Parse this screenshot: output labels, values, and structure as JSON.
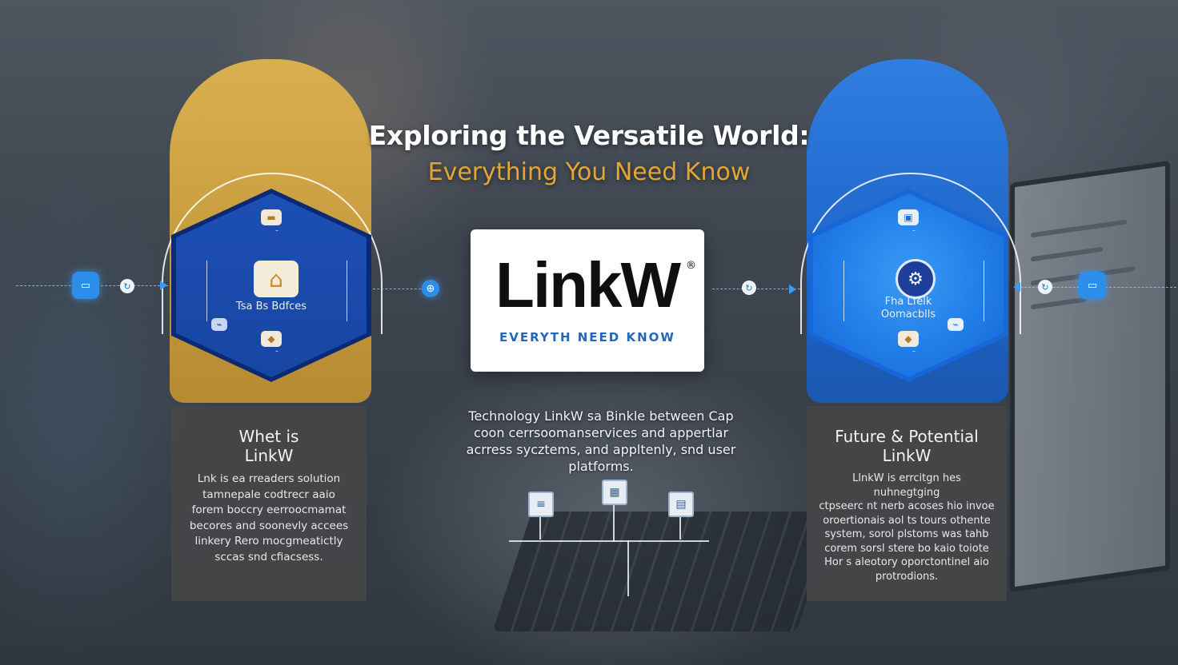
{
  "header": {
    "title": "Exploring the Versatile World:",
    "subtitle": "Everything You Need Know"
  },
  "logo": {
    "wordmark": "LinkW",
    "registered": "®",
    "tagline": "EVERYTH NEED KNOW"
  },
  "left_hex": {
    "label": "Tsa Bs Bdfces",
    "icons": [
      "router-icon",
      "lock-box-icon",
      "tray-icon",
      "connector-icon"
    ]
  },
  "right_hex": {
    "label_line1": "Fha Lfelk",
    "label_line2": "Oomacblls",
    "icons": [
      "device-icon",
      "gear-icon",
      "tray-icon",
      "link-icon"
    ]
  },
  "center_description": {
    "line1": "Technology LinkW sa Binkle between Cap",
    "line2": "coon cerrsoomanservices and appertlar",
    "line3": "acrress sycztems, and appltenly, snd user",
    "line4": "platforms."
  },
  "left_card": {
    "title_line1": "Whet is",
    "title_line2": "LinkW",
    "body": [
      "Lnk is ea rreaders solution",
      "tamnepale codtrecr aaio",
      "forem boccry eerroocmamat",
      "becores and soonevly accees",
      "linkery Rero mocgmeatictly",
      "sccas snd cfiacsess."
    ]
  },
  "right_card": {
    "title_line1": "Future & Potential",
    "title_line2": "LinkW",
    "body": [
      "LlnkW is errcitgn hes nuhnegtging",
      "ctpseerc nt nerb acoses hio invoe",
      "oroertionais aol ts tours othente",
      "system, sorol plstoms was tahb",
      "corem sorsl stere bo kaio toiote",
      "Hor s aleotory oporctontinel aio",
      "protrodions."
    ]
  },
  "colors": {
    "gold_panel": "#d9b050",
    "blue_panel": "#2f7ee0",
    "subtitle": "#e3a534",
    "tagline": "#2466b8"
  }
}
